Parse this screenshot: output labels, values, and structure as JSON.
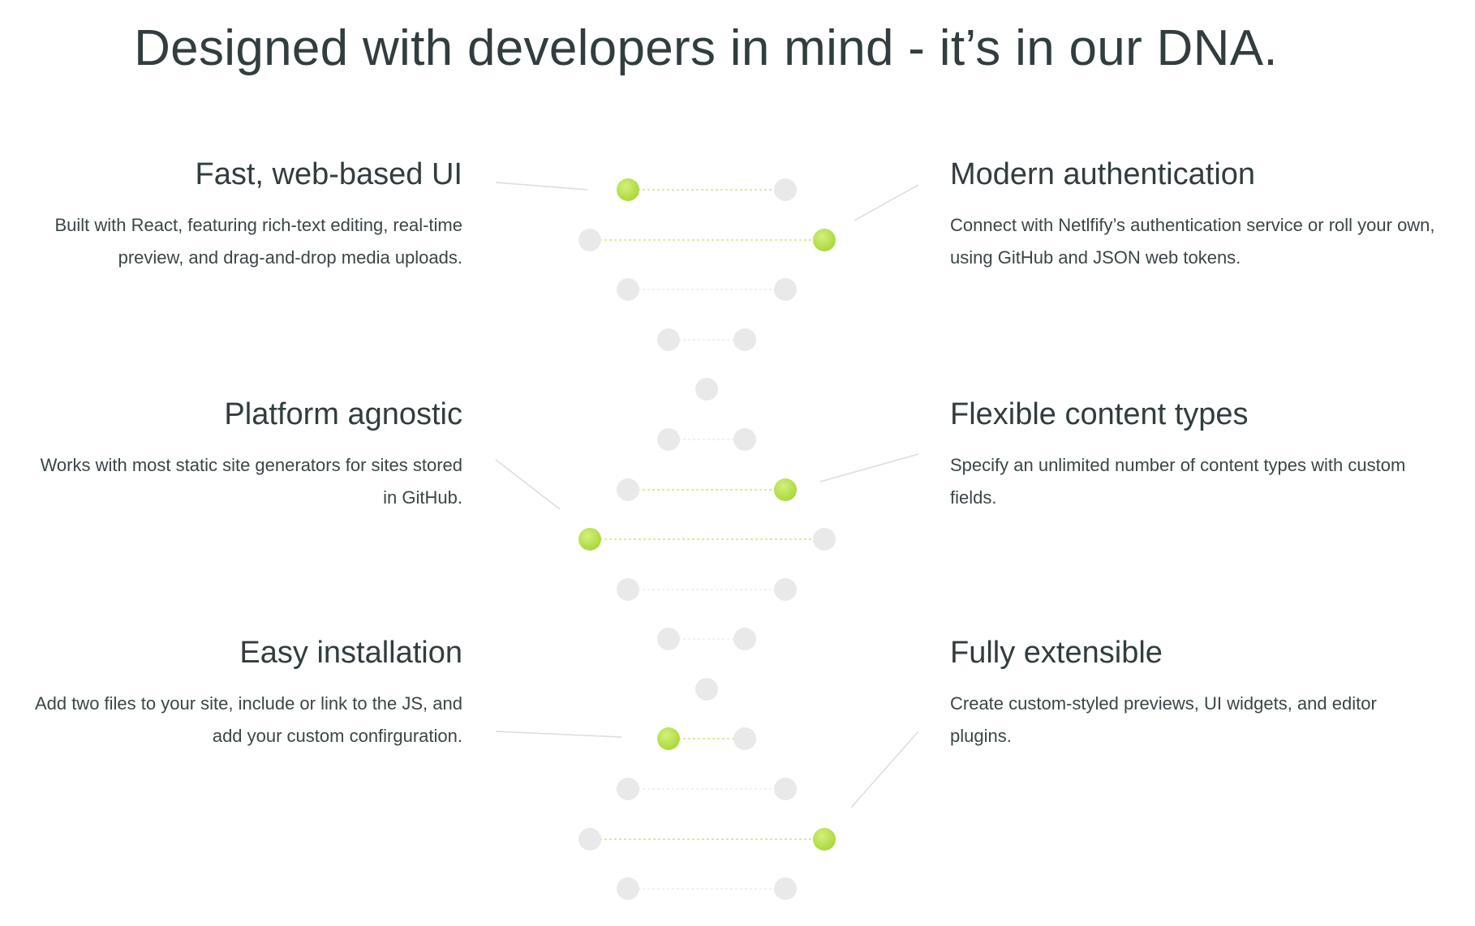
{
  "page": {
    "title": "Designed with developers in mind - it’s in our DNA."
  },
  "features": {
    "fast_ui": {
      "title": "Fast, web-based UI",
      "description": "Built with React, featuring rich-text editing, real-time preview, and drag-and-drop media uploads."
    },
    "modern_auth": {
      "title": "Modern authentication",
      "description": "Connect with Netlfify’s authentication service or roll your own, using GitHub and JSON web tokens."
    },
    "platform_agnostic": {
      "title": "Platform agnostic",
      "description": "Works with most static site generators for sites stored in GitHub."
    },
    "flexible_content": {
      "title": "Flexible content types",
      "description": "Specify an unlimited number of content types with custom fields."
    },
    "easy_install": {
      "title": "Easy installation",
      "description": "Add two files to your site, include or link to the JS, and add your custom confirguration."
    },
    "extensible": {
      "title": "Fully extensible",
      "description": "Create custom-styled previews, UI widgets, and editor plugins."
    }
  },
  "colors": {
    "accent": "#b5e048",
    "inactive_dot": "#e9e9e9",
    "connector": "#dcdcdc",
    "text": "#313d3e"
  }
}
